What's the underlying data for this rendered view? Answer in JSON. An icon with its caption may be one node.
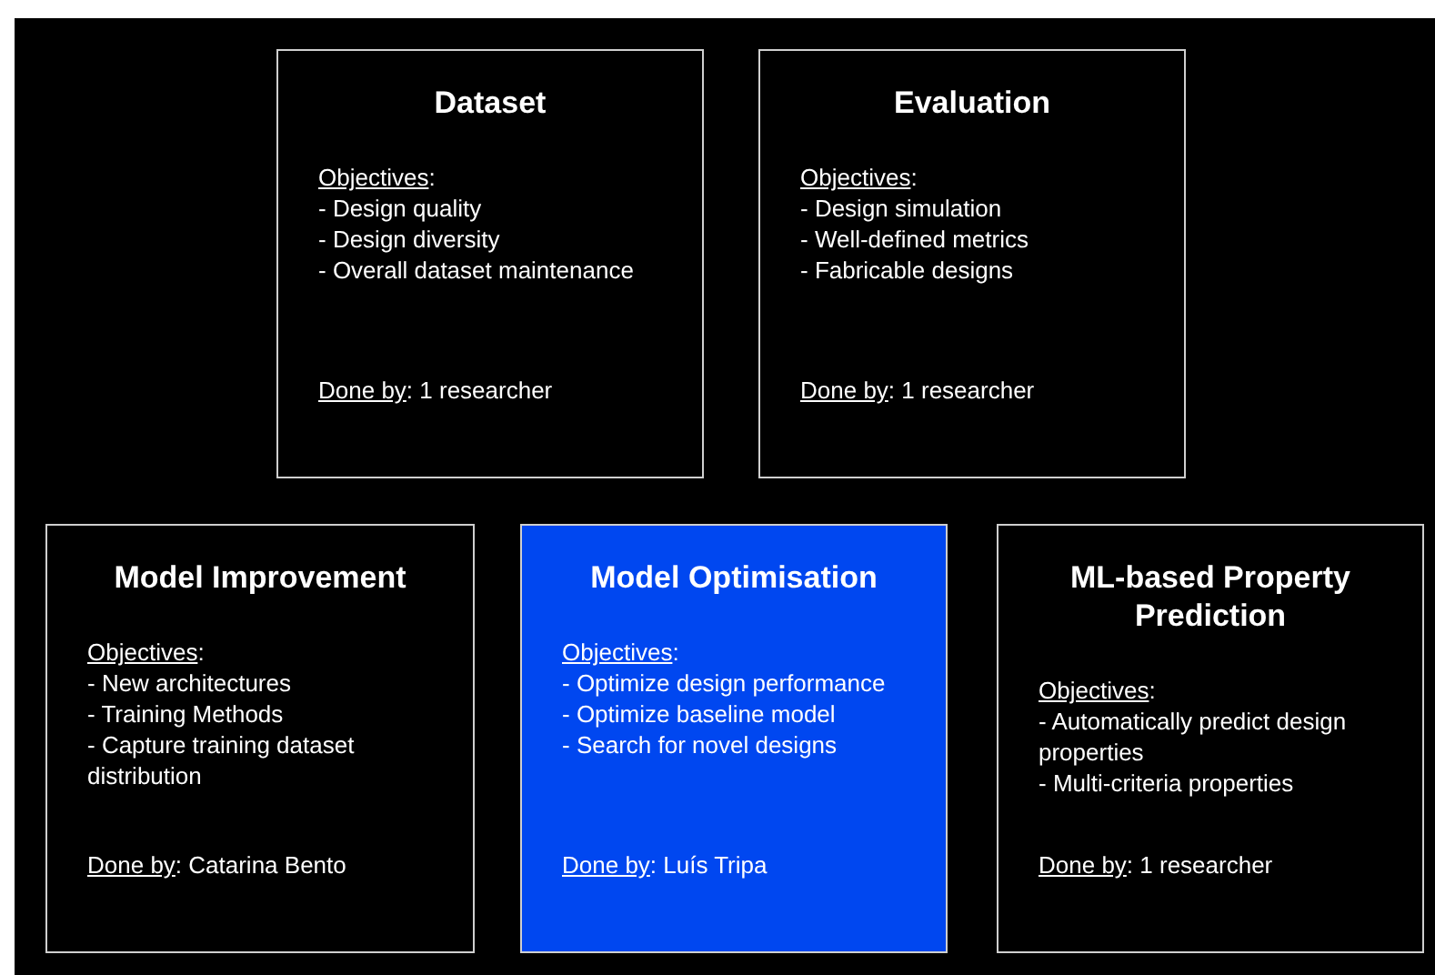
{
  "diagram": {
    "nodes": [
      {
        "text": [
          "Dataset",
          "Objectives:",
          "- Design quality",
          "- Design diversity",
          "- Overall dataset maintenance",
          "Done by: 1 researcher"
        ]
      },
      {
        "text": [
          "Evaluation",
          "Objectives:",
          "- Design simulation",
          "- Well-defined metrics",
          "- Fabricable designs",
          "Done by: 1 researcher"
        ]
      },
      {
        "text": [
          "Model Improvement",
          "Objectives:",
          "- New architectures",
          "- Training Methods",
          "- Capture training dataset distribution",
          "Done by: Catarina Bento"
        ]
      },
      {
        "text": [
          "Model Optimisation",
          "Objectives:",
          "- Optimize design performance",
          "- Optimize baseline model",
          "- Search for novel designs",
          "Done by: Luís Tripa"
        ]
      },
      {
        "text": [
          "ML-based Property Prediction",
          "Objectives:",
          "- Automatically predict design properties",
          "- Multi-criteria properties",
          "Done by: 1 researcher"
        ]
      }
    ],
    "edges": []
  }
}
